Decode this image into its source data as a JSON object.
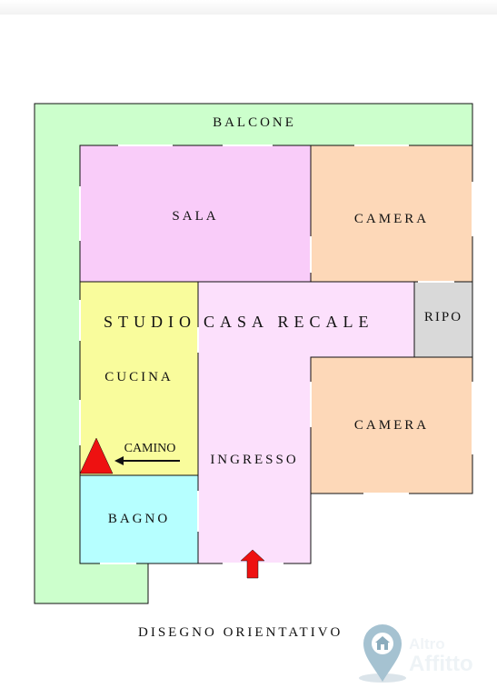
{
  "plan": {
    "labels": {
      "balcone": "BALCONE",
      "sala": "SALA",
      "camera_top": "CAMERA",
      "studio": "STUDIO",
      "casa_recale": "CASA RECALE",
      "ripo": "RIPO",
      "cucina": "CUCINA",
      "camino": "CAMINO",
      "camera_bottom": "CAMERA",
      "ingresso": "INGRESSO",
      "bagno": "BAGNO"
    },
    "colors": {
      "balcone": "#ccffcc",
      "sala": "#f9ccf9",
      "camera": "#fdd8b8",
      "studio": "#f9ccf9",
      "ingresso": "#fce0fc",
      "ripo": "#d9d9d9",
      "cucina": "#f9fc9c",
      "bagno": "#b6ffff",
      "camino_marker": "#ee1111",
      "entry_arrow": "#ee1111"
    }
  },
  "footer": {
    "title": "DISEGNO ORIENTATIVO"
  },
  "watermark": {
    "icon": "house-map-pin-icon",
    "line1": "Altro",
    "line2": "Affitto"
  }
}
